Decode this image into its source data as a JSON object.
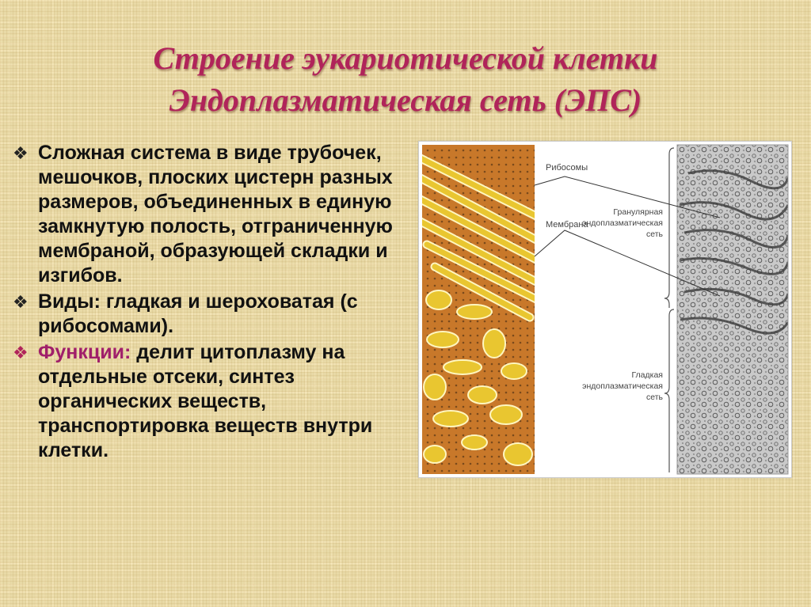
{
  "title": {
    "line1": "Строение эукариотической клетки",
    "line2": "Эндоплазматическая сеть (ЭПС)"
  },
  "colors": {
    "title": "#b0245a",
    "accent": "#a01f6a",
    "background": "#e8d9a6"
  },
  "bullets": [
    {
      "icon": "diamond-bullet-icon",
      "text": "Сложная система в виде трубочек, мешочков, плоских цистерн разных размеров, объединенных в единую замкнутую полость, отграниченную мембраной, образующей складки и изгибов."
    },
    {
      "icon": "diamond-bullet-icon",
      "text": "Виды: гладкая и шероховатая (с рибосомами)."
    },
    {
      "icon": "diamond-bullet-icon",
      "accent": "Функции:",
      "text": " делит цитоплазму на отдельные отсеки, синтез органических веществ, транспортировка веществ внутри клетки."
    }
  ],
  "figure": {
    "labels": {
      "ribosomes": "Рибосомы",
      "membrane": "Мембрана",
      "granular_line1": "Гранулярная",
      "granular_line2": "эндоплазматическая",
      "granular_line3": "сеть",
      "smooth_line1": "Гладкая",
      "smooth_line2": "эндоплазматическая",
      "smooth_line3": "сеть"
    }
  }
}
